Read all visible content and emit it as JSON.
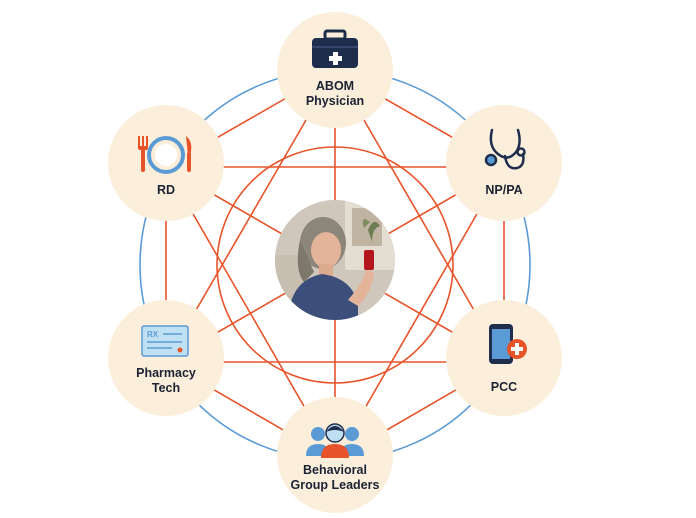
{
  "colors": {
    "outer_ring": "#5b9bd5",
    "network_lines": "#e8542a",
    "node_fill": "#fbefdc",
    "center_fill": "#d9d2c7",
    "label": "#1b2233"
  },
  "center": {
    "description_icon": "patient-photo-icon"
  },
  "nodes": [
    {
      "id": "abom",
      "icon": "medical-bag-icon",
      "lines": [
        "ABOM",
        "Physician"
      ]
    },
    {
      "id": "nppa",
      "icon": "stethoscope-icon",
      "lines": [
        "NP/PA"
      ]
    },
    {
      "id": "pcc",
      "icon": "phone-plus-icon",
      "lines": [
        "PCC"
      ]
    },
    {
      "id": "behavioral",
      "icon": "group-people-icon",
      "lines": [
        "Behavioral",
        "Group Leaders"
      ]
    },
    {
      "id": "pharmacy",
      "icon": "prescription-icon",
      "lines": [
        "Pharmacy",
        "Tech"
      ]
    },
    {
      "id": "rd",
      "icon": "plate-utensils-icon",
      "lines": [
        "RD"
      ]
    }
  ],
  "rx_text": "RX"
}
